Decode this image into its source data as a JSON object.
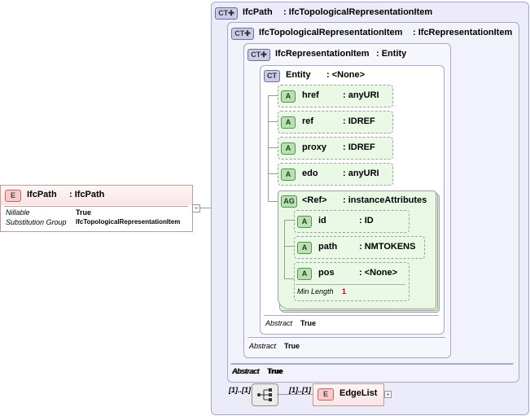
{
  "element": {
    "badge": "E",
    "name": "IfcPath",
    "type": ": IfcPath",
    "props": [
      {
        "key": "Nillable",
        "value": "True"
      },
      {
        "key": "Substitution Group",
        "value": "IfcTopologicalRepresentationItem"
      }
    ]
  },
  "ct_path": {
    "badge": "CT",
    "name": "IfcPath",
    "type": ": IfcTopologicalRepresentationItem",
    "abstract_key": "Abstract",
    "abstract_value": "True"
  },
  "ct_topo": {
    "badge": "CT",
    "name": "IfcTopologicalRepresentationItem",
    "type": ": IfcRepresentationItem",
    "abstract_key": "Abstract",
    "abstract_value": "True"
  },
  "ct_repr": {
    "badge": "CT",
    "name": "IfcRepresentationItem",
    "type": ": Entity",
    "abstract_key": "Abstract",
    "abstract_value": "True"
  },
  "ct_entity": {
    "badge": "CT",
    "name": "Entity",
    "type": ": <None>",
    "abstract_key": "Abstract",
    "abstract_value": "True"
  },
  "attributes": [
    {
      "badge": "A",
      "name": "href",
      "type": ": anyURI"
    },
    {
      "badge": "A",
      "name": "ref",
      "type": ": IDREF"
    },
    {
      "badge": "A",
      "name": "proxy",
      "type": ": IDREF"
    },
    {
      "badge": "A",
      "name": "edo",
      "type": ": anyURI"
    }
  ],
  "attr_group": {
    "badge": "AG",
    "name": "<Ref>",
    "type": ": instanceAttributes",
    "attributes": [
      {
        "badge": "A",
        "name": "id",
        "type": ": ID"
      },
      {
        "badge": "A",
        "name": "path",
        "type": ": NMTOKENS"
      },
      {
        "badge": "A",
        "name": "pos",
        "type": ": <None>",
        "facet_key": "Min Length",
        "facet_value": "1"
      }
    ]
  },
  "sequence": {
    "multiplicity_left": "[1]..[1]",
    "multiplicity_right": "[1]..[1]"
  },
  "child_element": {
    "badge": "E",
    "name": "EdgeList"
  }
}
